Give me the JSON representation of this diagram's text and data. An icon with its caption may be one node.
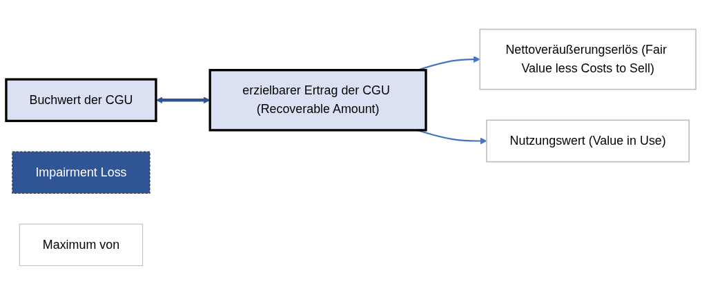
{
  "diagram": {
    "nodes": [
      {
        "text": [
          "Buchwert der CGU"
        ]
      },
      {
        "text": [
          "erzielbarer Ertrag der CGU (Recoverable Amount)"
        ]
      },
      {
        "text": [
          "Impairment Loss"
        ]
      },
      {
        "text": [
          "Maximum von"
        ]
      },
      {
        "text": [
          "Nettoveräußerungserlös (Fair Value less Costs to Sell)"
        ]
      },
      {
        "text": [
          "Nutzungswert (Value in Use)"
        ]
      }
    ],
    "edges": [
      {
        "from": 0,
        "to": 1,
        "arrow": "both",
        "style": "thick",
        "color": "#2f5597"
      },
      {
        "from": 1,
        "to": 4,
        "arrow": "to"
      },
      {
        "from": 1,
        "to": 5,
        "arrow": "to"
      }
    ]
  }
}
